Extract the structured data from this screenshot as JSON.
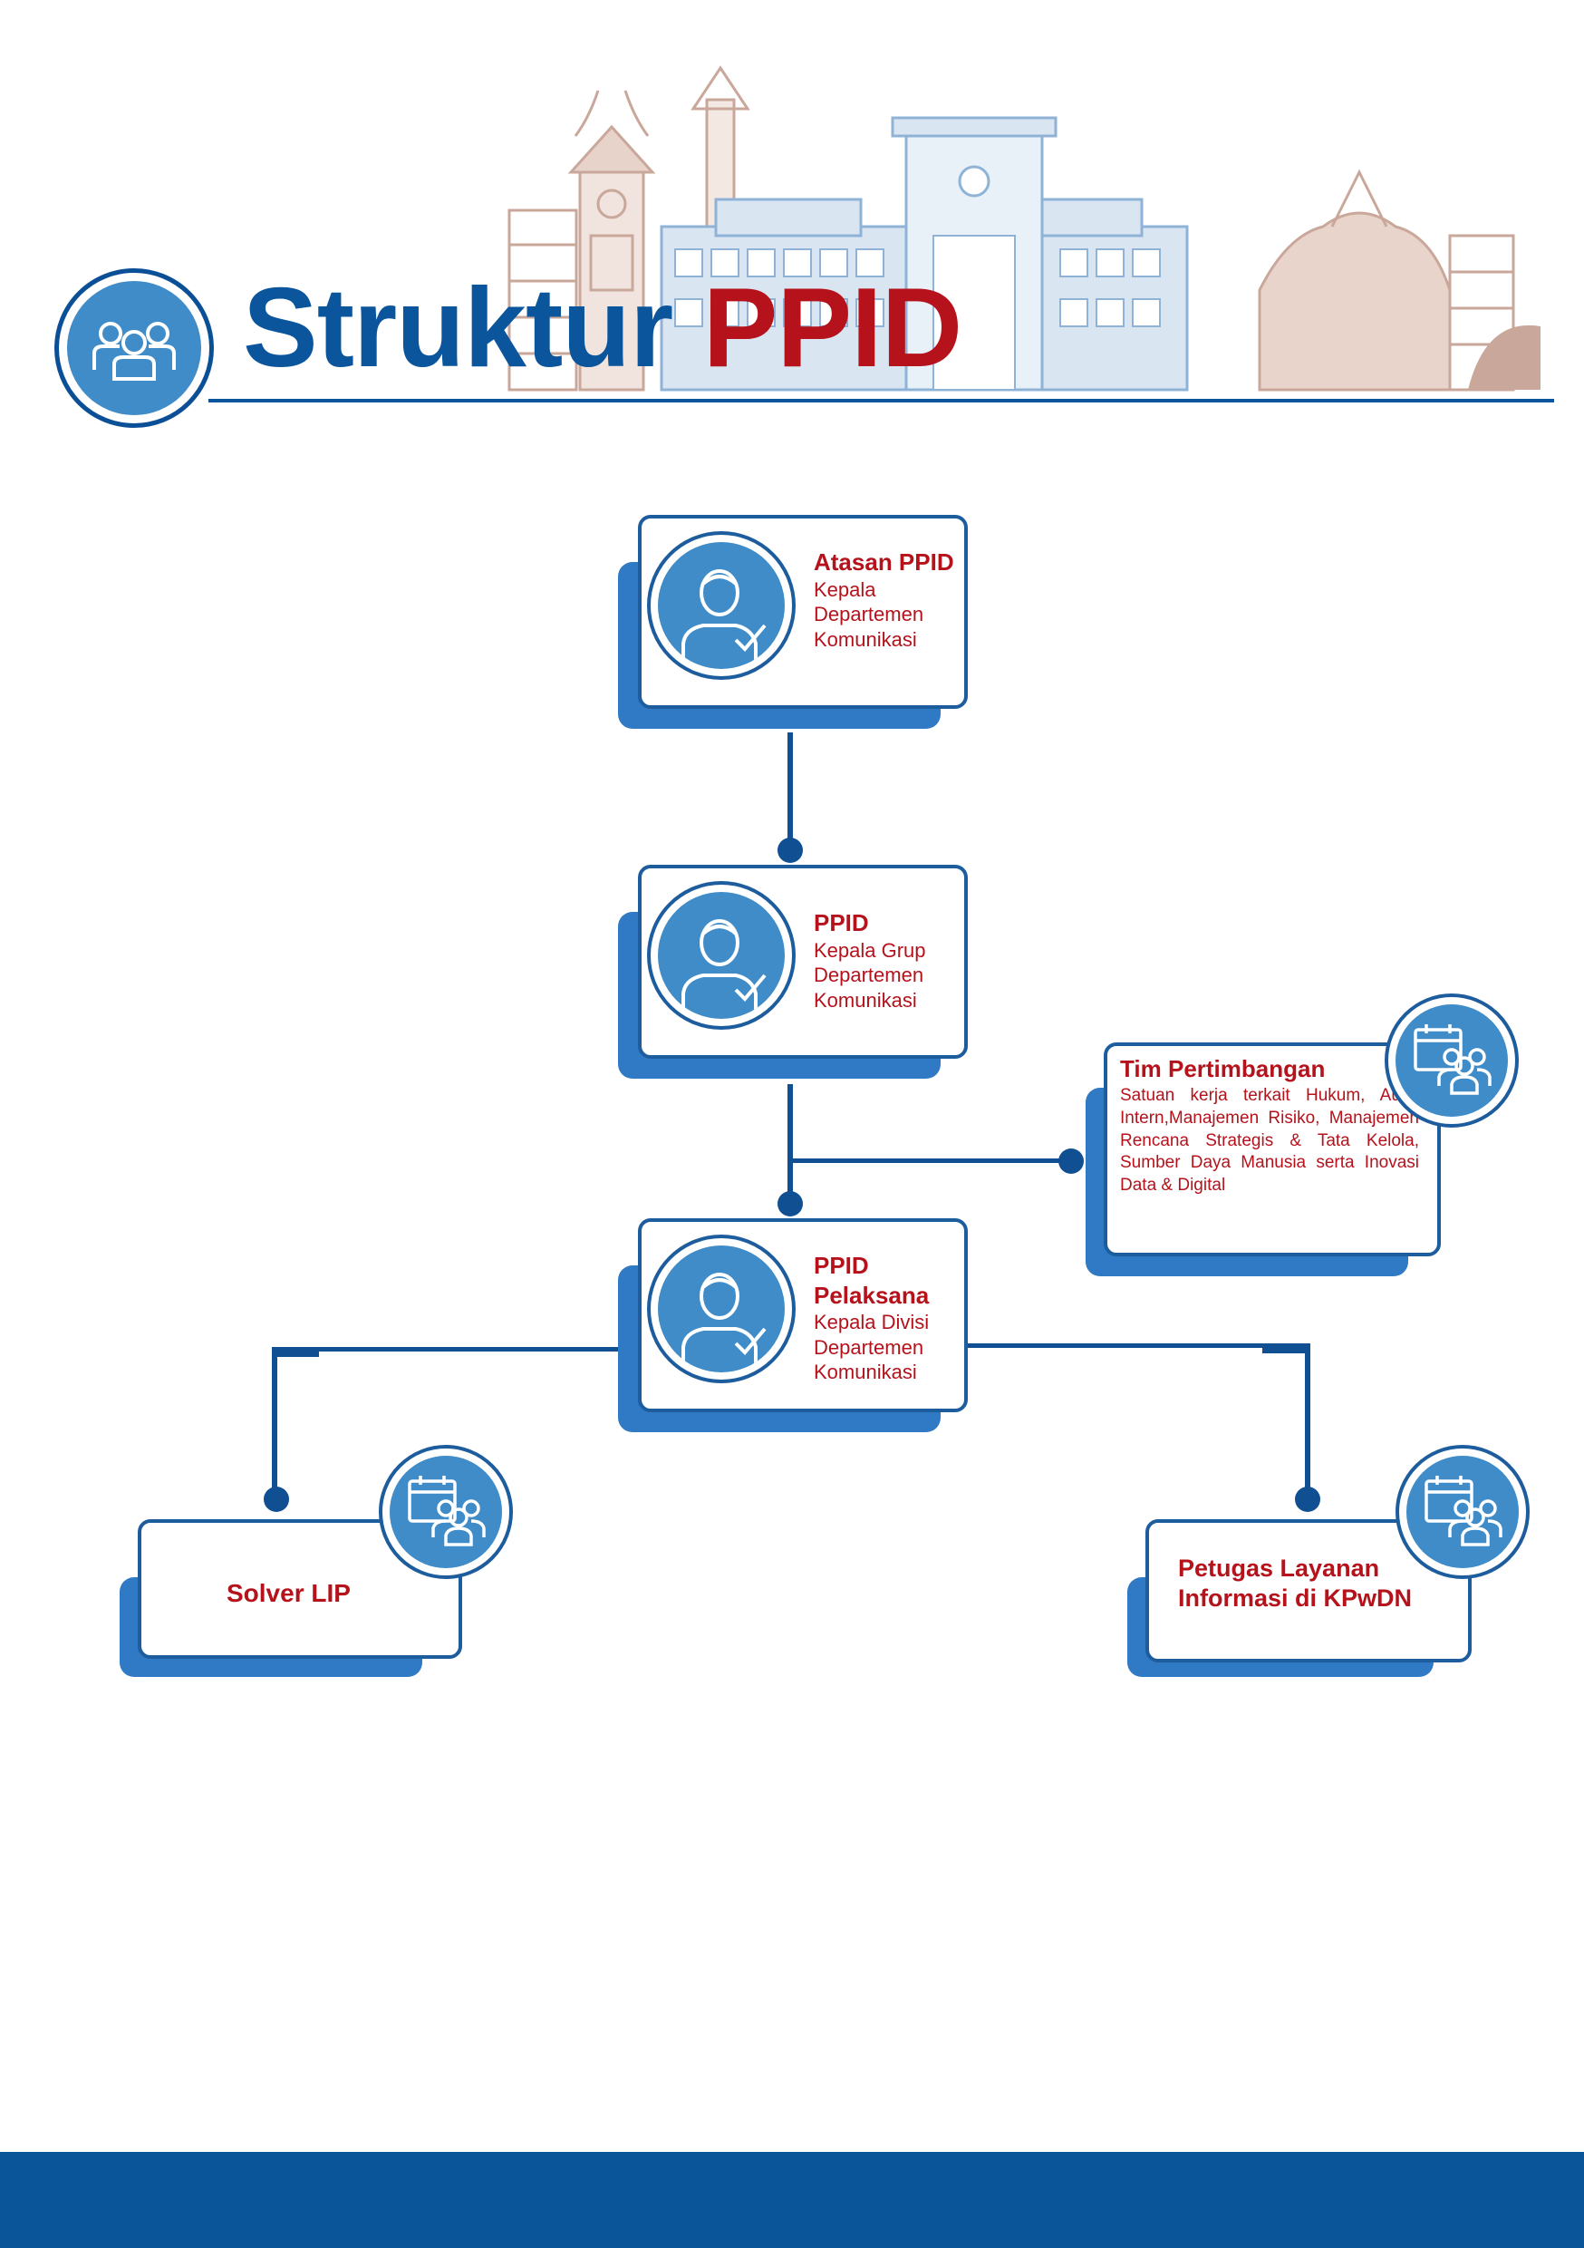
{
  "header": {
    "title_word1": "Struktur",
    "title_word2": "PPID"
  },
  "nodes": {
    "atasan": {
      "title": "Atasan PPID",
      "lines": [
        "Kepala",
        "Departemen",
        "Komunikasi"
      ]
    },
    "ppid": {
      "title": "PPID",
      "lines": [
        "Kepala Grup",
        "Departemen",
        "Komunikasi"
      ]
    },
    "pelaksana": {
      "title": "PPID Pelaksana",
      "lines": [
        "Kepala Divisi",
        "Departemen",
        "Komunikasi"
      ]
    },
    "tim": {
      "title": "Tim Pertimbangan",
      "description": "Satuan kerja terkait Hukum, Audit Intern,Manajemen Risiko, Manajemen Rencana Strategis & Tata Kelola, Sumber Daya Manusia serta Inovasi Data & Digital"
    },
    "solver": {
      "title": "Solver LIP"
    },
    "petugas": {
      "title": "Petugas Layanan Informasi di KPwDN"
    }
  },
  "colors": {
    "brand_blue": "#0b559c",
    "accent_red": "#b5121b",
    "card_blue": "#2f79c5",
    "icon_blue": "#3f8cc9"
  }
}
